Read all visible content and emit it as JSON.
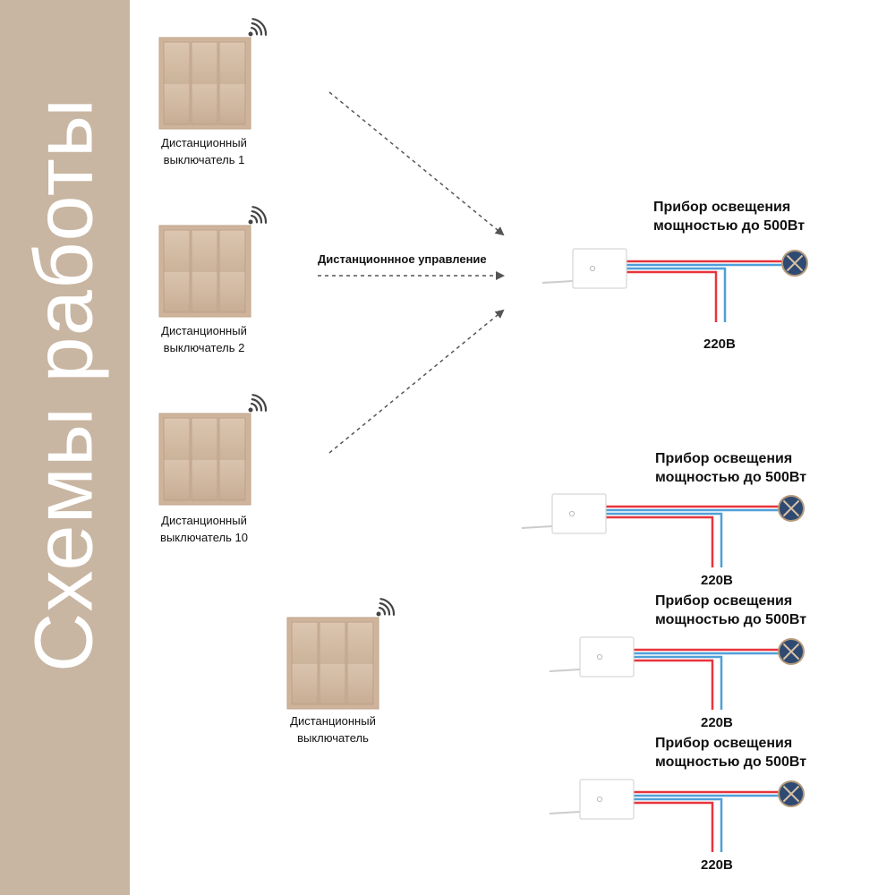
{
  "side_title": "Схемы работы",
  "remote_control_label": "Дистанционнное управление",
  "switches": [
    {
      "line1": "Дистанционный",
      "line2": "выключатель 1"
    },
    {
      "line1": "Дистанционный",
      "line2": "выключатель 2"
    },
    {
      "line1": "Дистанционный",
      "line2": "выключатель 10"
    },
    {
      "line1": "Дистанционный",
      "line2": "выключатель"
    }
  ],
  "lighting_units": [
    {
      "title1": "Прибор освещения",
      "title2": "мощностью до 500Вт",
      "voltage": "220В"
    },
    {
      "title1": "Прибор освещения",
      "title2": "мощностью до 500Вт",
      "voltage": "220В"
    },
    {
      "title1": "Прибор освещения",
      "title2": "мощностью до 500Вт",
      "voltage": "220В"
    },
    {
      "title1": "Прибор освещения",
      "title2": "мощностью до 500Вт",
      "voltage": "220В"
    }
  ],
  "colors": {
    "band": "#c8b6a2",
    "switch_frame": "#cfb49c",
    "switch_key": "#d6c0ab",
    "wire_live": "#e8343c",
    "wire_neutral": "#4f9fd8",
    "lamp_fill": "#2f4a72",
    "arrow": "#555555"
  }
}
